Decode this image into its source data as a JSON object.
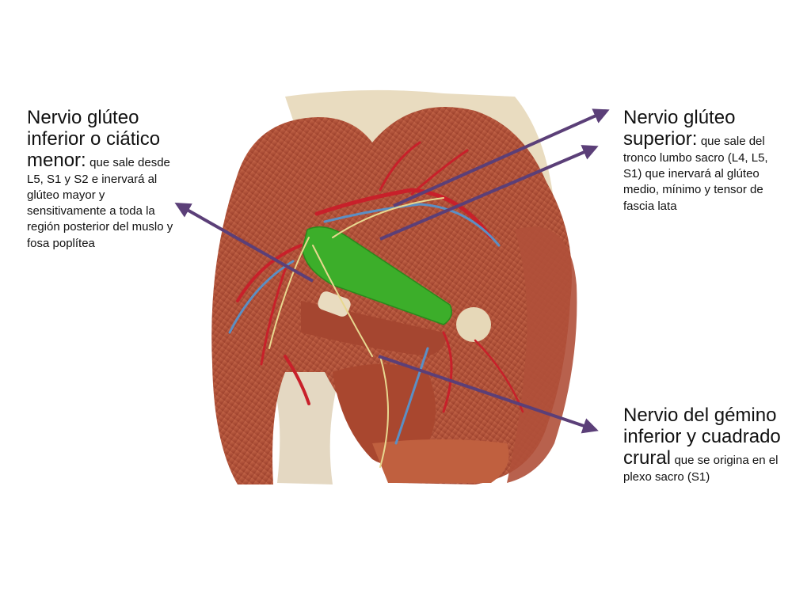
{
  "labels": {
    "inferior_gluteal": {
      "heading": "Nervio glúteo inferior o ciático menor:",
      "detail": "que sale desde L5, S1 y S2 e inervará al glúteo mayor y sensitivamente a toda la región posterior del muslo y fosa poplítea"
    },
    "superior_gluteal": {
      "heading": "Nervio glúteo superior:",
      "detail": "que sale del tronco lumbo sacro (L4, L5, S1) que inervará al glúteo medio, mínimo y tensor de fascia lata"
    },
    "gemellus_quadratus": {
      "heading": "Nervio del gémino inferior y cuadrado crural",
      "detail": "que se origina en el plexo sacro (S1)"
    }
  },
  "colors": {
    "arrow": "#5b3f78",
    "muscle": "#b5553a",
    "muscle_dark": "#8c3524",
    "piriformis": "#3cae2a",
    "artery": "#c8202a",
    "vein": "#5b8fc4",
    "nerve": "#e8d890",
    "bone": "#e9dcc0"
  }
}
